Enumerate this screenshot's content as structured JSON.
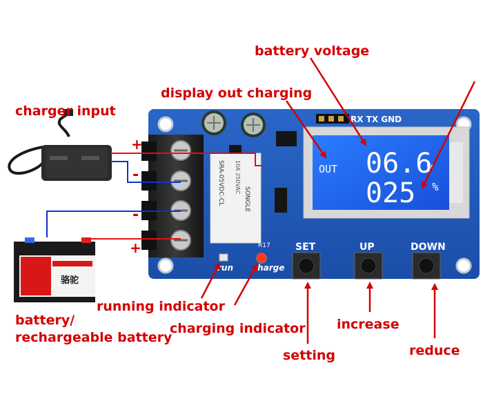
{
  "callouts": {
    "battery_voltage": "battery voltage",
    "display_out_charging": "display out charging",
    "charger_input": "charger input",
    "running_indicator": "running indicator",
    "charging_indicator": "charging indicator",
    "battery_line1": "battery/",
    "battery_line2": "rechargeable battery",
    "setting": "setting",
    "increase": "increase",
    "reduce": "reduce"
  },
  "board": {
    "header_label": "RX TX GND",
    "lcd_out": "OUT",
    "lcd_voltage": "06.6",
    "lcd_voltage_unit": "V",
    "lcd_percent": "025",
    "lcd_percent_unit": "%",
    "button_set": "SET",
    "button_up": "UP",
    "button_down": "DOWN",
    "led_run": "run",
    "led_charge": "charge",
    "relay_text": "SRA-05VDC-CL",
    "relay_brand": "SONGLE",
    "relay_rating": "10A 250VAC",
    "part_r17": "R17",
    "battery_brand": "骆驼"
  },
  "terminals": {
    "plus_top": "+",
    "minus_1": "-",
    "minus_2": "-",
    "plus_bottom": "+"
  },
  "colors": {
    "callout_red": "#d40000",
    "pcb_blue": "#1f58b8",
    "lcd_blue": "#1e6ef0",
    "wire_red": "#e01010",
    "wire_blue": "#1030d0"
  }
}
